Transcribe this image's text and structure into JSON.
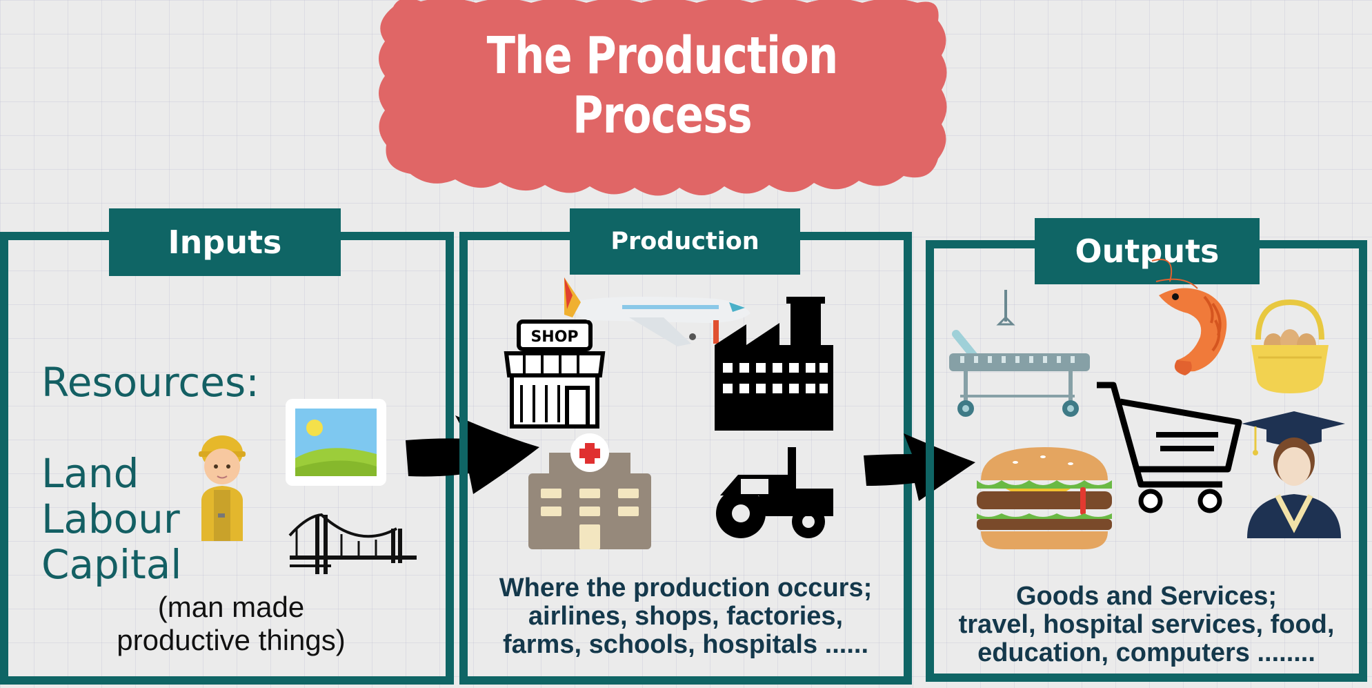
{
  "title": "The Production Process",
  "inputs": {
    "tab_label": "Inputs",
    "heading": "Resources:",
    "items": [
      "Land",
      "Labour",
      "Capital"
    ],
    "note_line1": "(man made",
    "note_line2": "productive things)"
  },
  "production": {
    "tab_label": "Production",
    "caption_line1": "Where the production occurs;",
    "caption_line2": "airlines, shops, factories,",
    "caption_line3": "farms, schools, hospitals ......",
    "shop_sign": "SHOP"
  },
  "outputs": {
    "tab_label": "Outputs",
    "caption_line1": "Goods and Services;",
    "caption_line2": "travel, hospital services, food,",
    "caption_line3": "education, computers ........"
  },
  "colors": {
    "banner": "#e06666",
    "teal": "#0f6565",
    "caption_text": "#14384b",
    "background": "#ebebeb"
  },
  "icons": [
    "worker-icon",
    "landscape-picture-icon",
    "bridge-icon",
    "shop-icon",
    "airplane-icon",
    "factory-icon",
    "hospital-icon",
    "tractor-icon",
    "arrow-right-icon",
    "hospital-bed-icon",
    "shrimp-icon",
    "egg-basket-icon",
    "shopping-cart-icon",
    "burger-icon",
    "graduate-icon"
  ]
}
